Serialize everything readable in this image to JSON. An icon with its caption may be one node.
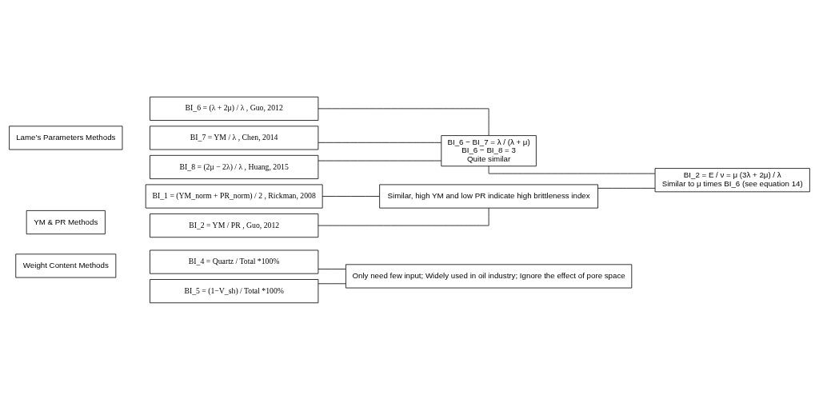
{
  "diagram": {
    "nodes": [
      {
        "text": [
          "Weight Content Methods"
        ]
      },
      {
        "text": [
          "BI_4 = Quartz / Total *100%"
        ]
      },
      {
        "text": [
          "BI_5 = (1−V_sh) / Total *100%"
        ]
      },
      {
        "text": [
          "Only need few input; Widely used in oil industry; Ignore the effect of pore space"
        ]
      },
      {
        "text": [
          "Lame’s Parameters Methods"
        ]
      },
      {
        "text": [
          "BI_6 = (λ + 2μ) / λ , Guo, 2012"
        ]
      },
      {
        "text": [
          "BI_7 = YM / λ , Chen, 2014"
        ]
      },
      {
        "text": [
          "BI_8 = (2μ − 2λ) / λ , Huang, 2015"
        ]
      },
      {
        "text": [
          "BI_6 − BI_7 = λ / (λ + μ)",
          "BI_6 − BI_8 = 3",
          "Quite similar"
        ]
      },
      {
        "text": [
          "YM & PR Methods"
        ]
      },
      {
        "text": [
          "BI_1 = (YM_norm + PR_norm) / 2 , Rickman, 2008"
        ]
      },
      {
        "text": [
          "BI_2 = YM / PR , Guo, 2012"
        ]
      },
      {
        "text": [
          "Similar, high YM and low PR indicate high brittleness index"
        ]
      },
      {
        "text": [
          "BI_2 = E / ν = μ (3λ + 2μ) / λ",
          "Similar to μ times BI_6 (see equation 14)"
        ]
      }
    ],
    "edges": [
      {
        "from": 1,
        "to": 3,
        "arrow": "none"
      },
      {
        "from": 2,
        "to": 3,
        "arrow": "none"
      },
      {
        "from": 5,
        "to": 8,
        "arrow": "none"
      },
      {
        "from": 6,
        "to": 8,
        "arrow": "none"
      },
      {
        "from": 7,
        "to": 8,
        "arrow": "none"
      },
      {
        "from": 10,
        "to": 12,
        "arrow": "none"
      },
      {
        "from": 11,
        "to": 12,
        "arrow": "none"
      },
      {
        "from": 8,
        "to": 13,
        "arrow": "none"
      },
      {
        "from": 12,
        "to": 13,
        "arrow": "none"
      }
    ]
  }
}
